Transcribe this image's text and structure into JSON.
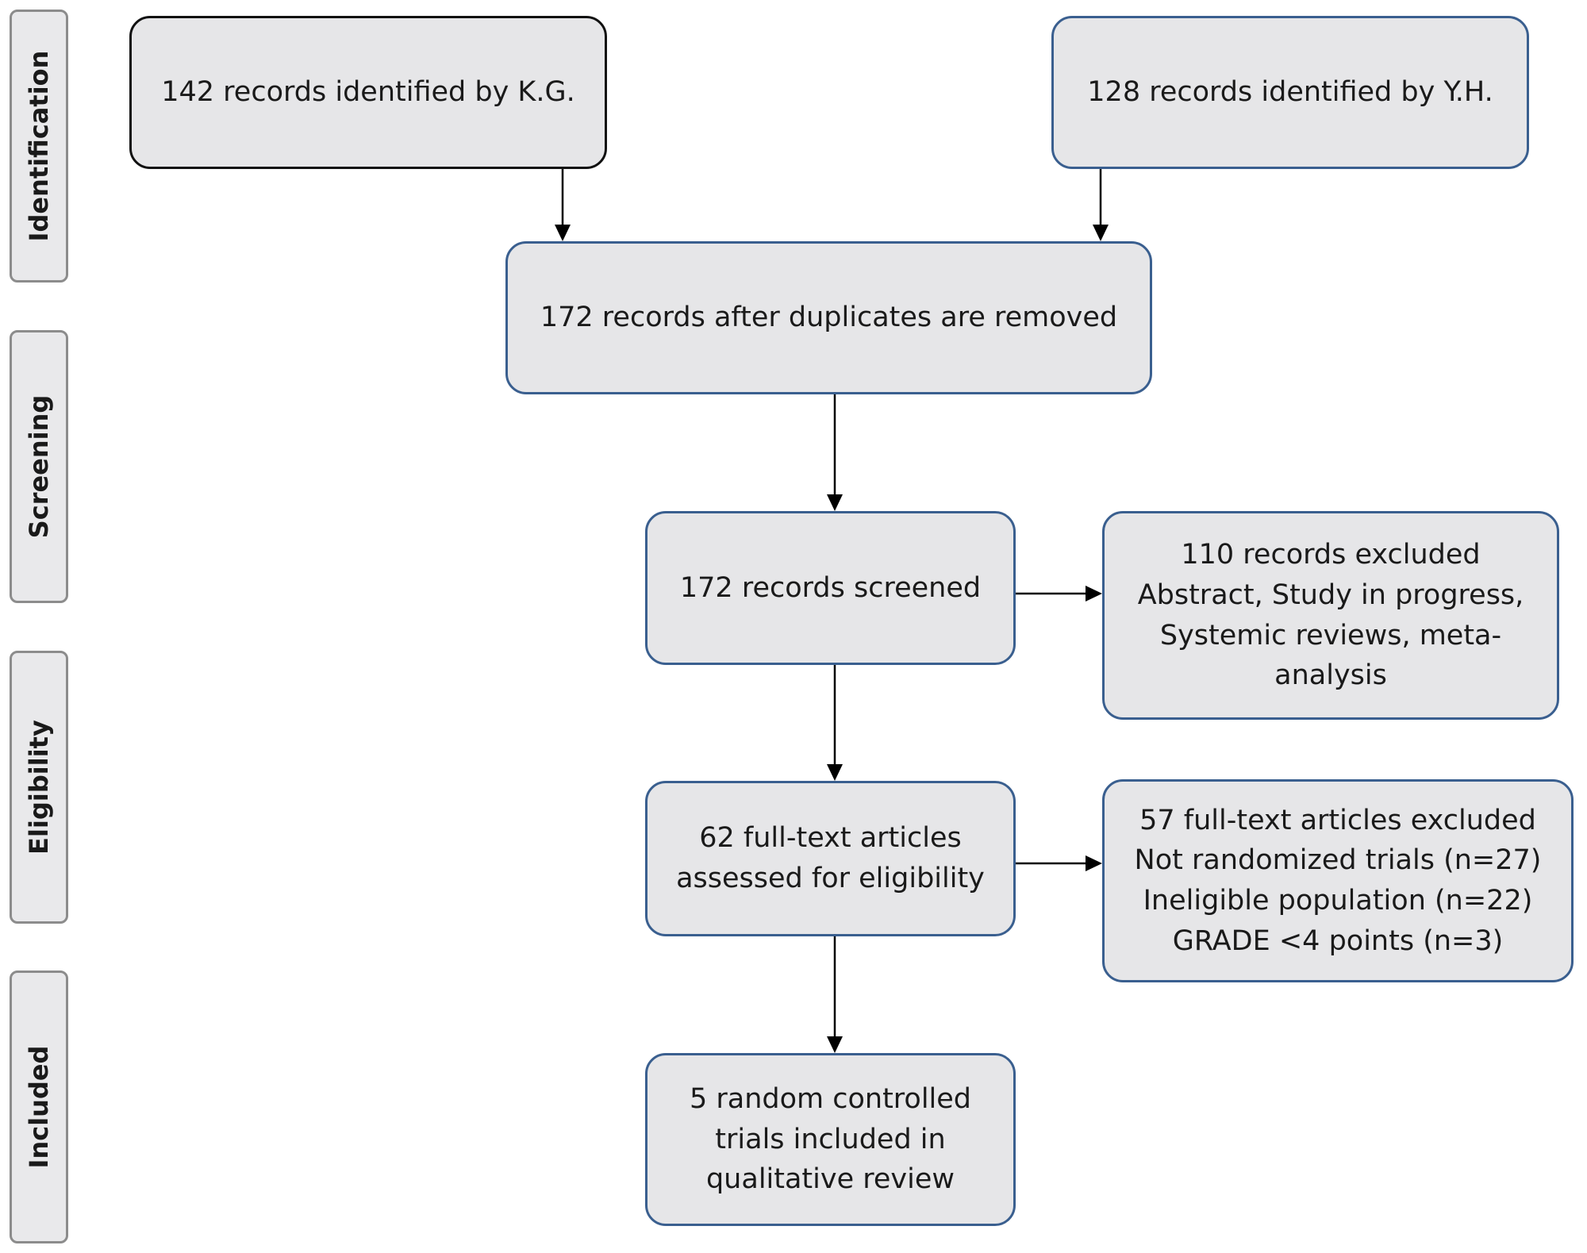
{
  "stages": [
    {
      "id": "identification",
      "label": "Identification"
    },
    {
      "id": "screening",
      "label": "Screening"
    },
    {
      "id": "eligibility",
      "label": "Eligibility"
    },
    {
      "id": "included",
      "label": "Included"
    }
  ],
  "nodes": {
    "kg": {
      "lines": [
        "142 records identified by K.G."
      ]
    },
    "yh": {
      "lines": [
        "128 records identified by Y.H."
      ]
    },
    "dedup": {
      "lines": [
        "172 records after duplicates are removed"
      ]
    },
    "screened": {
      "lines": [
        "172 records screened"
      ]
    },
    "excluded_records": {
      "lines": [
        "110 records excluded",
        "Abstract, Study in progress,",
        "Systemic reviews, meta-",
        "analysis"
      ]
    },
    "fulltext": {
      "lines": [
        "62 full-text articles",
        "assessed for eligibility"
      ]
    },
    "excluded_fulltext": {
      "lines": [
        "57 full-text articles excluded",
        "Not randomized trials (n=27)",
        "Ineligible population (n=22)",
        "GRADE <4 points (n=3)"
      ]
    },
    "included": {
      "lines": [
        "5 random controlled",
        "trials included in",
        "qualitative review"
      ]
    }
  },
  "colors": {
    "box_fill": "#e6e6e8",
    "box_border": "#3a5f8f",
    "box_border_dark": "#111111",
    "stage_fill": "#e9e9eb",
    "stage_border": "#8c8c8c",
    "arrow": "#000000"
  }
}
